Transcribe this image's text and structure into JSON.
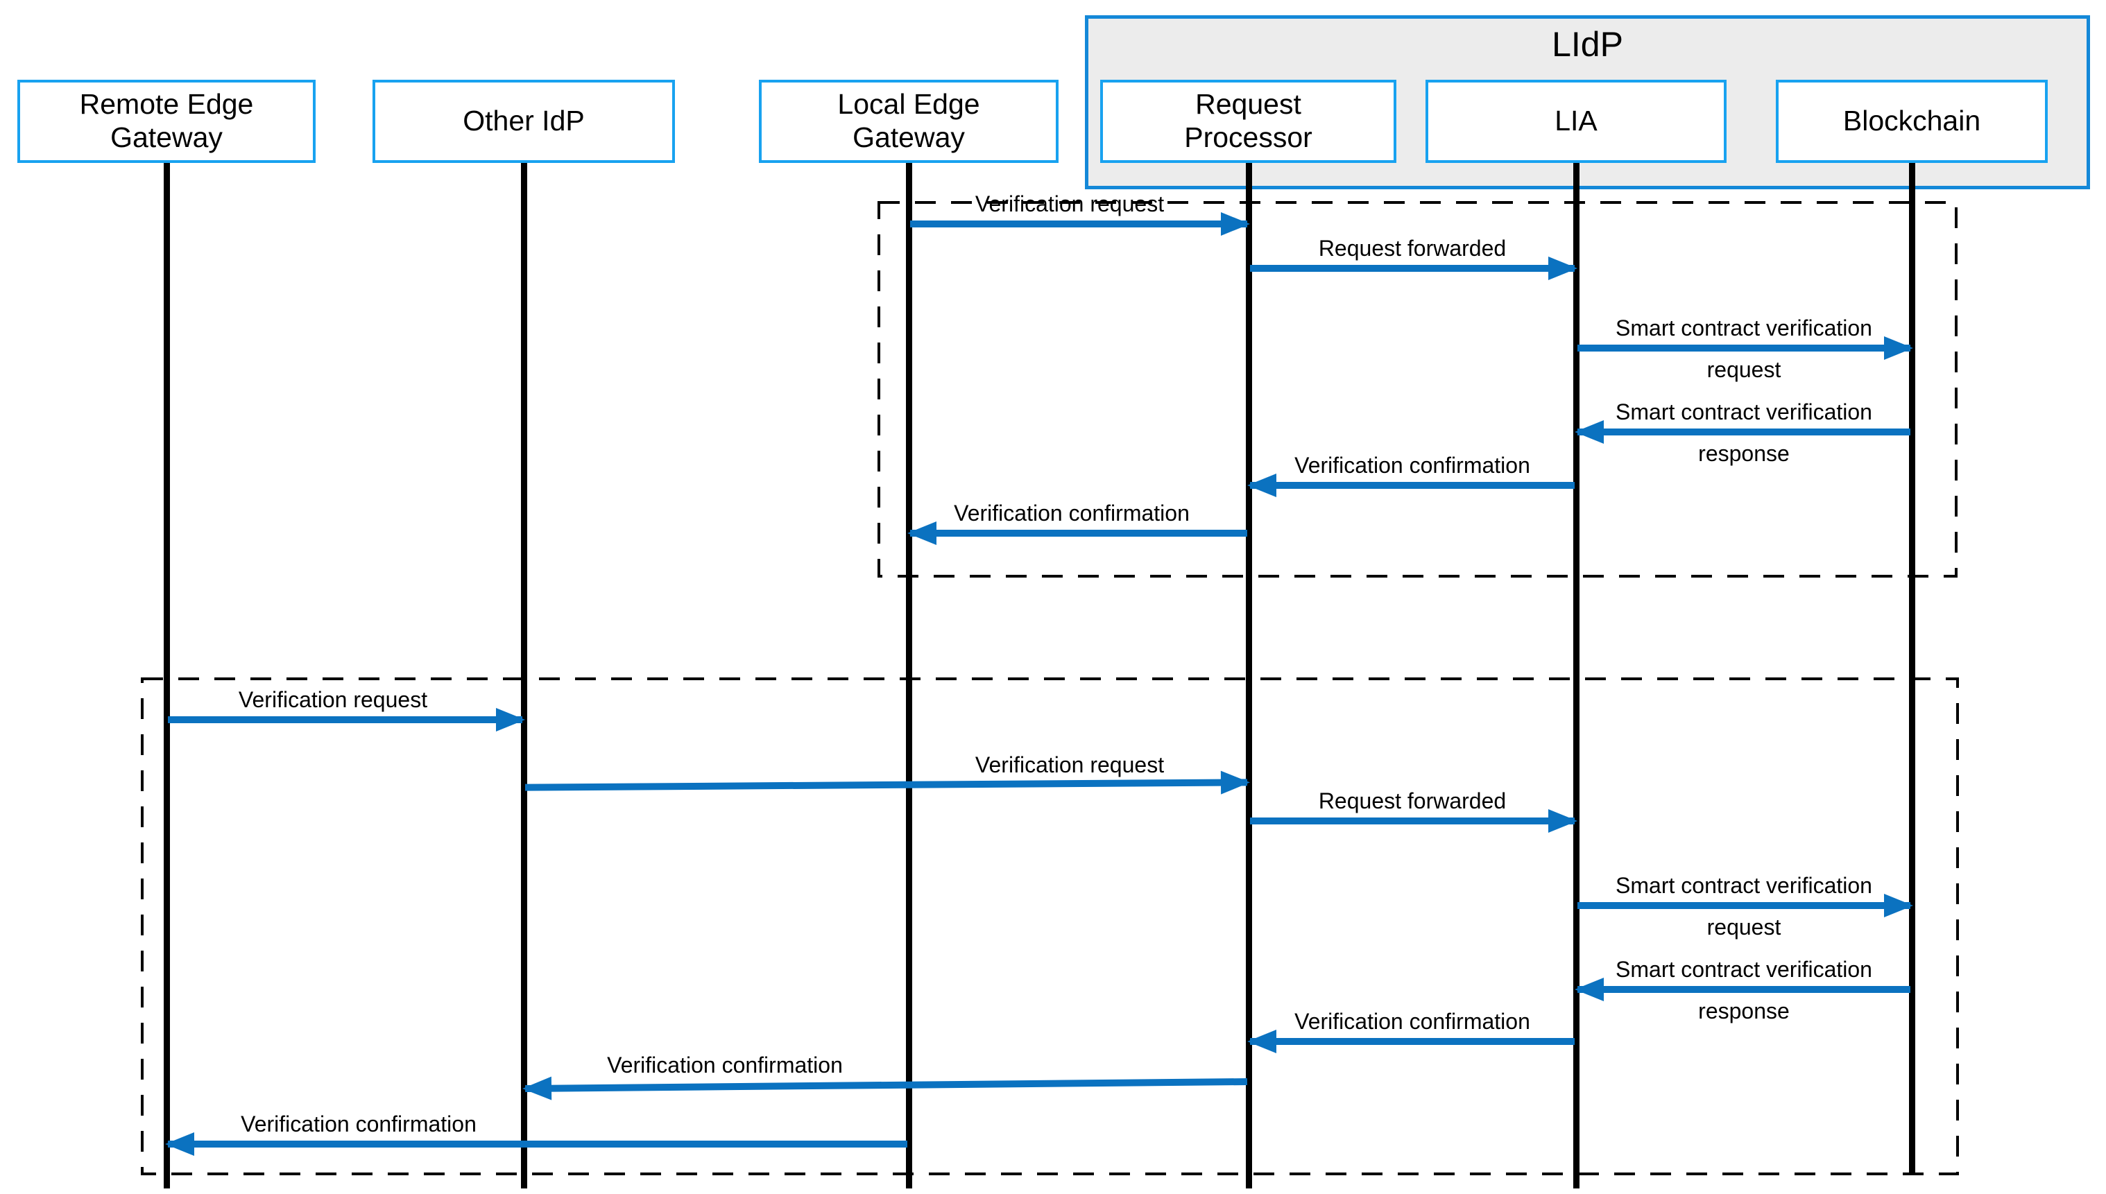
{
  "diagram_type": "sequence-diagram",
  "group": {
    "label": "LIdP",
    "members": [
      "Request Processor",
      "LIA",
      "Blockchain"
    ]
  },
  "participants": [
    {
      "id": "remote-edge-gateway",
      "label": "Remote Edge Gateway"
    },
    {
      "id": "other-idp",
      "label": "Other IdP"
    },
    {
      "id": "local-edge-gateway",
      "label": "Local Edge Gateway"
    },
    {
      "id": "request-processor",
      "label": "Request Processor"
    },
    {
      "id": "lia",
      "label": "LIA"
    },
    {
      "id": "blockchain",
      "label": "Blockchain"
    }
  ],
  "fragments": [
    {
      "id": "fragment-1",
      "messages_range": "0-5"
    },
    {
      "id": "fragment-2",
      "messages_range": "6-13"
    }
  ],
  "messages": [
    {
      "from": "Local Edge Gateway",
      "to": "Request Processor",
      "label": "Verification request",
      "label2": ""
    },
    {
      "from": "Request Processor",
      "to": "LIA",
      "label": "Request forwarded",
      "label2": ""
    },
    {
      "from": "LIA",
      "to": "Blockchain",
      "label": "Smart contract verification",
      "label2": "request"
    },
    {
      "from": "Blockchain",
      "to": "LIA",
      "label": "Smart contract verification",
      "label2": "response"
    },
    {
      "from": "LIA",
      "to": "Request Processor",
      "label": "Verification confirmation",
      "label2": ""
    },
    {
      "from": "Request Processor",
      "to": "Local Edge Gateway",
      "label": "Verification confirmation",
      "label2": ""
    },
    {
      "from": "Remote Edge Gateway",
      "to": "Other IdP",
      "label": "Verification request",
      "label2": ""
    },
    {
      "from": "Other IdP",
      "to": "Request Processor",
      "label": "Verification request",
      "label2": ""
    },
    {
      "from": "Request Processor",
      "to": "LIA",
      "label": "Request forwarded",
      "label2": ""
    },
    {
      "from": "LIA",
      "to": "Blockchain",
      "label": "Smart contract verification",
      "label2": "request"
    },
    {
      "from": "Blockchain",
      "to": "LIA",
      "label": "Smart contract verification",
      "label2": "response"
    },
    {
      "from": "LIA",
      "to": "Request Processor",
      "label": "Verification confirmation",
      "label2": ""
    },
    {
      "from": "Request Processor",
      "to": "Other IdP",
      "label": "Verification confirmation",
      "label2": ""
    },
    {
      "from": "Local Edge Gateway",
      "to": "Remote Edge Gateway",
      "label": "Verification confirmation",
      "label2": ""
    }
  ],
  "colors": {
    "arrow_blue": "#0b72c0",
    "participant_border_blue": "#18a2f0",
    "group_border_blue": "#1488d8",
    "group_fill_gray": "#ececec",
    "lifeline_black": "#000000",
    "dashed_fragment_black": "#000000",
    "background": "#ffffff",
    "text": "#000000"
  }
}
